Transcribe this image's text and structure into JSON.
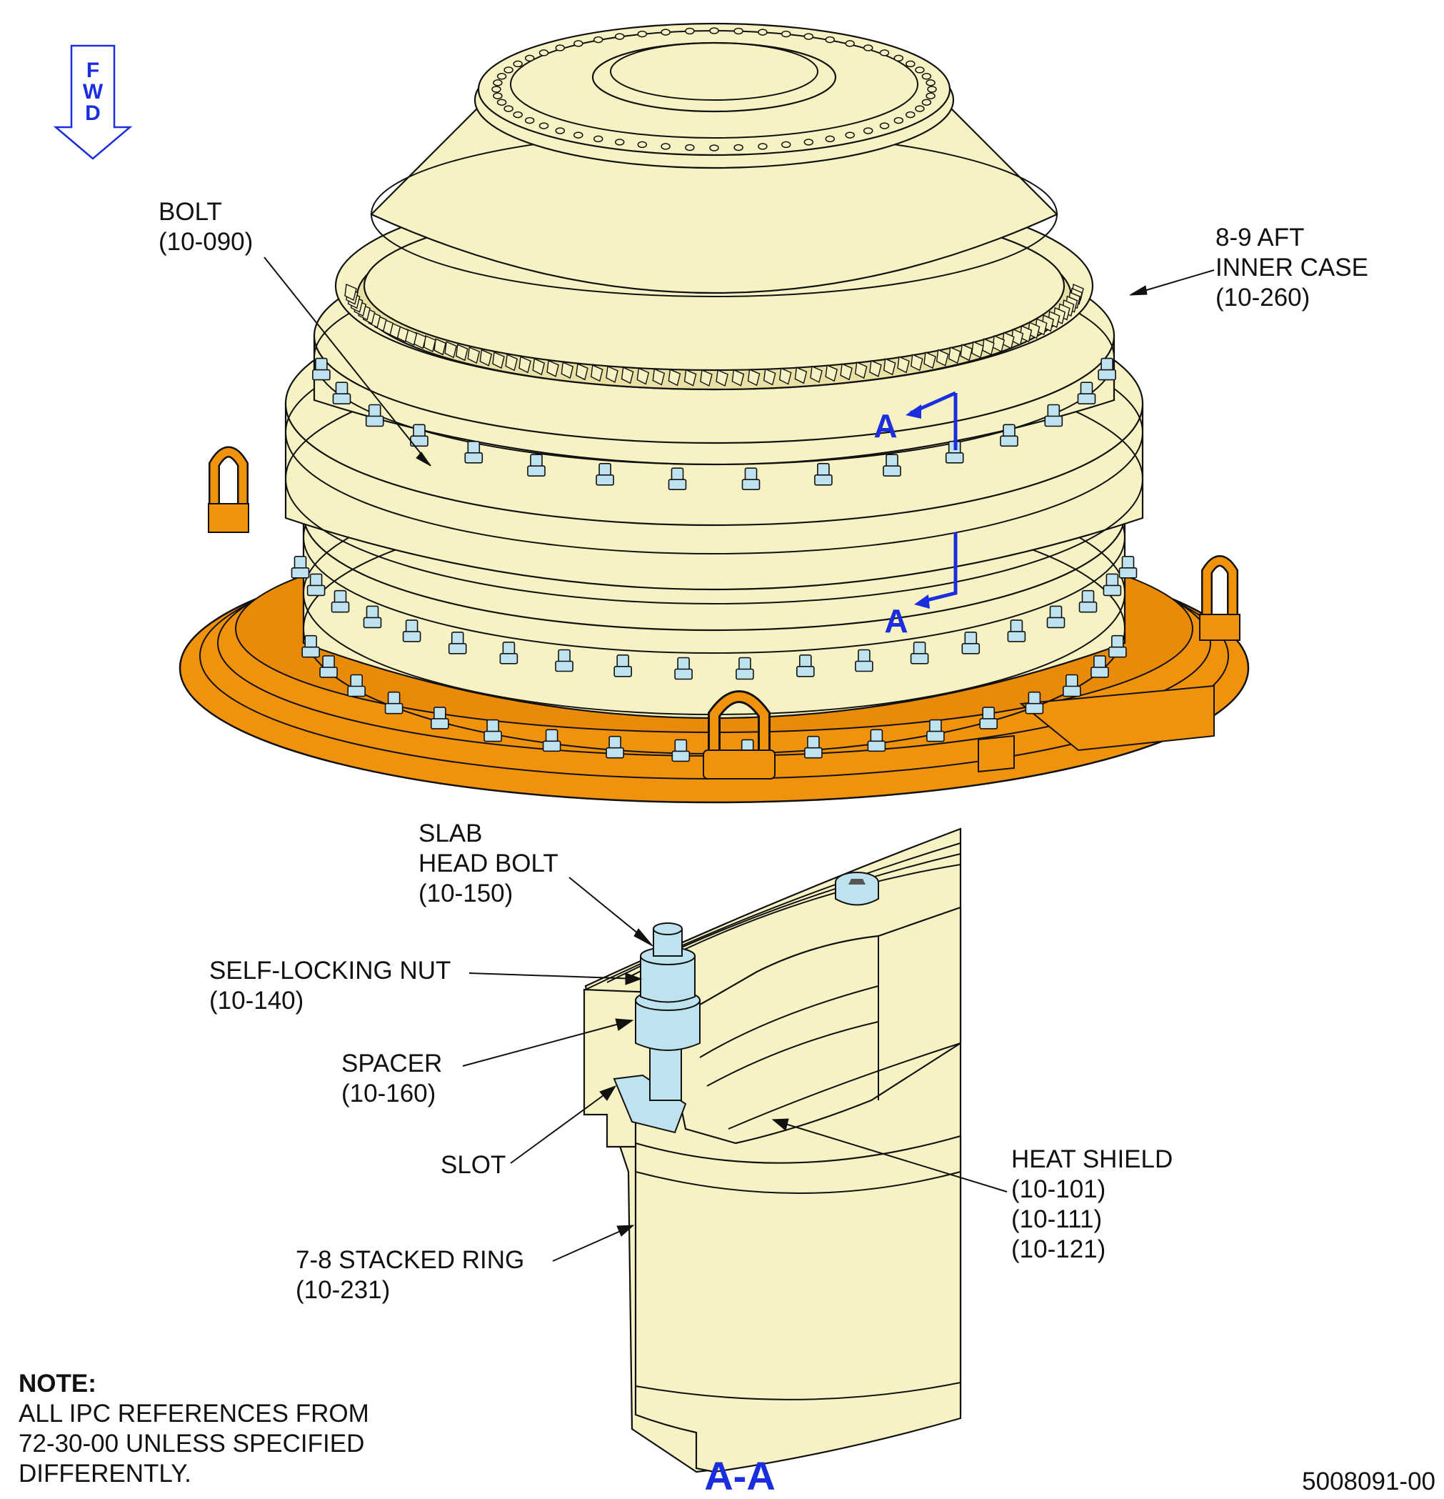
{
  "direction_indicator": {
    "letters": [
      "F",
      "W",
      "D"
    ]
  },
  "colors": {
    "part": "#f7f2c4",
    "fixture": "#f0920c",
    "hardware": "#bfe2ef",
    "section_marker": "#1a2ee0",
    "outline": "#111111"
  },
  "section_marker": {
    "letter": "A",
    "view_title": "A-A"
  },
  "callouts": {
    "bolt": [
      "BOLT",
      "(10-090)"
    ],
    "aft_inner_case": [
      "8-9 AFT",
      "INNER CASE",
      "(10-260)"
    ],
    "slab_head_bolt": [
      "SLAB",
      "HEAD BOLT",
      "(10-150)"
    ],
    "self_locking_nut": [
      "SELF-LOCKING NUT",
      "(10-140)"
    ],
    "spacer": [
      "SPACER",
      "(10-160)"
    ],
    "slot": [
      "SLOT"
    ],
    "heat_shield": [
      "HEAT SHIELD",
      "(10-101)",
      "(10-111)",
      "(10-121)"
    ],
    "stacked_ring": [
      "7-8 STACKED RING",
      "(10-231)"
    ]
  },
  "note": {
    "heading": "NOTE:",
    "lines": [
      "ALL IPC REFERENCES FROM",
      "72-30-00 UNLESS SPECIFIED",
      "DIFFERENTLY."
    ]
  },
  "figure_number": "5008091-00"
}
